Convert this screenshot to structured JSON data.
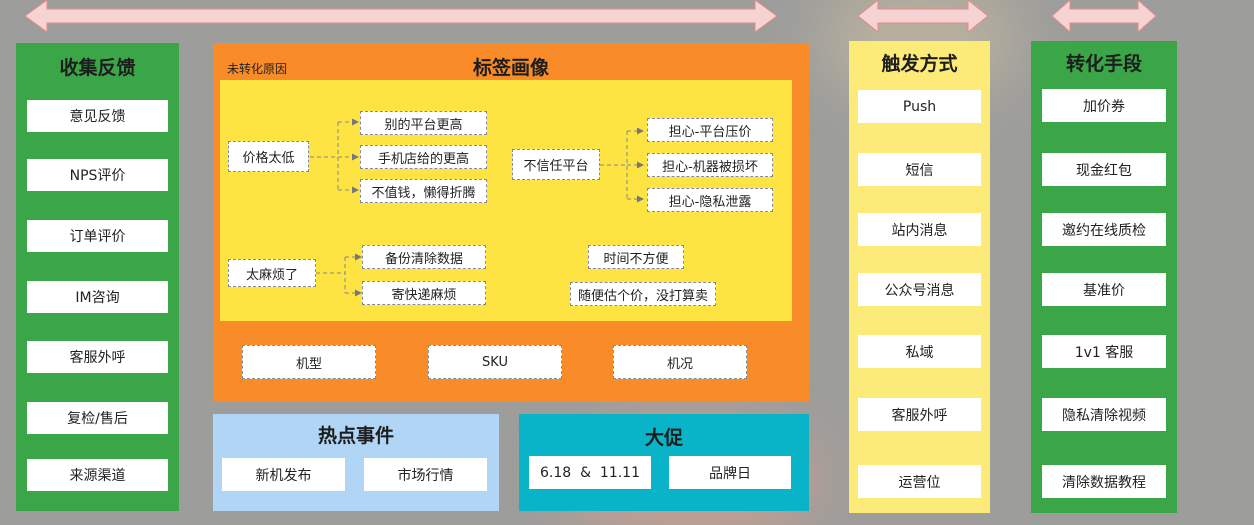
{
  "collect": {
    "title": "收集反馈",
    "items": [
      "意见反馈",
      "NPS评价",
      "订单评价",
      "IM咨询",
      "客服外呼",
      "复检/售后",
      "来源渠道"
    ]
  },
  "tags": {
    "title": "标签画像",
    "sub_label": "未转化原因",
    "price": {
      "label": "价格太低",
      "children": [
        "别的平台更高",
        "手机店给的更高",
        "不值钱，懒得折腾"
      ]
    },
    "distrust": {
      "label": "不信任平台",
      "children": [
        "担心-平台压价",
        "担心-机器被损坏",
        "担心-隐私泄露"
      ]
    },
    "trouble": {
      "label": "太麻烦了",
      "children": [
        "备份清除数据",
        "寄快递麻烦"
      ]
    },
    "time": "时间不方便",
    "casual": "随便估个价，没打算卖",
    "dims": [
      "机型",
      "SKU",
      "机况"
    ]
  },
  "hot": {
    "title": "热点事件",
    "items": [
      "新机发布",
      "市场行情"
    ]
  },
  "promo": {
    "title": "大促",
    "items": [
      "6.18  &  11.11",
      "品牌日"
    ]
  },
  "trigger": {
    "title": "触发方式",
    "items": [
      "Push",
      "短信",
      "站内消息",
      "公众号消息",
      "私域",
      "客服外呼",
      "运营位"
    ]
  },
  "convert": {
    "title": "转化手段",
    "items": [
      "加价券",
      "现金红包",
      "邀约在线质检",
      "基准价",
      "1v1 客服",
      "隐私清除视频",
      "清除数据教程"
    ]
  },
  "colors": {
    "green": "#3aa648",
    "orange": "#f98c28",
    "yellow": "#fde443",
    "light_yellow": "#fcea79",
    "light_blue": "#b0d5f5",
    "teal": "#09b3c8",
    "arrow_pink": "#f4c6c6"
  }
}
